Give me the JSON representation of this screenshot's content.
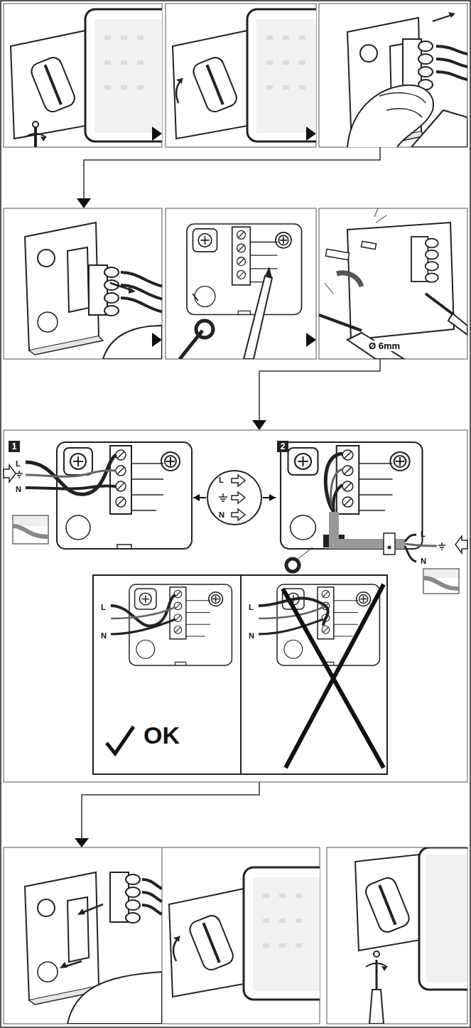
{
  "diagram": {
    "nodes": [
      {
        "text": [
          "1",
          "L",
          "N"
        ]
      },
      {
        "text": [
          "L",
          "N"
        ]
      },
      {
        "text": [
          "2",
          "L",
          "N"
        ]
      },
      {
        "text": [
          "L",
          "N",
          "OK"
        ]
      },
      {
        "text": [
          "L",
          "N"
        ]
      }
    ],
    "edges": [
      {
        "from": 1,
        "to": 0,
        "arrow": "to"
      },
      {
        "from": 1,
        "to": 2,
        "arrow": "to"
      }
    ],
    "labels": [
      "Ø 6mm"
    ]
  }
}
